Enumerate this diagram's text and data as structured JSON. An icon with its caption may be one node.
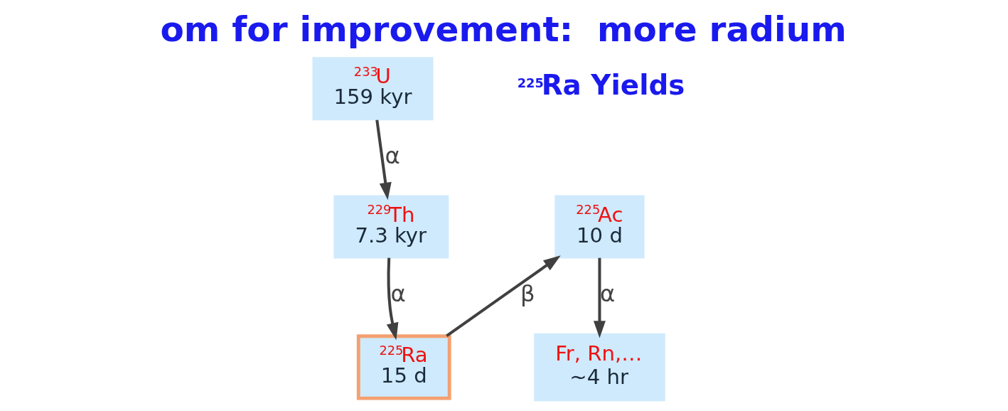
{
  "diagram": {
    "title": "om for improvement:  more radium",
    "nodes": [
      {
        "text": [
          "$^{233}$U",
          "159 kyr"
        ]
      },
      {
        "text": [
          "$^{229}$Th",
          "7.3 kyr"
        ]
      },
      {
        "text": [
          "$^{225}$Ac",
          "10 d"
        ]
      },
      {
        "text": [
          "$^{225}$Ra",
          "15 d"
        ]
      },
      {
        "text": [
          "Fr, Rn,…",
          "~4 hr"
        ]
      }
    ],
    "edges": [
      {
        "from": 0,
        "to": 1,
        "arrow": "to",
        "label": "α"
      },
      {
        "from": 1,
        "to": 3,
        "arrow": "to",
        "label": "α"
      },
      {
        "from": 3,
        "to": 2,
        "arrow": "to",
        "label": "β"
      },
      {
        "from": 2,
        "to": 4,
        "arrow": "to",
        "label": "α"
      }
    ],
    "labels": [
      "$^{225}$Ra Yields"
    ]
  }
}
